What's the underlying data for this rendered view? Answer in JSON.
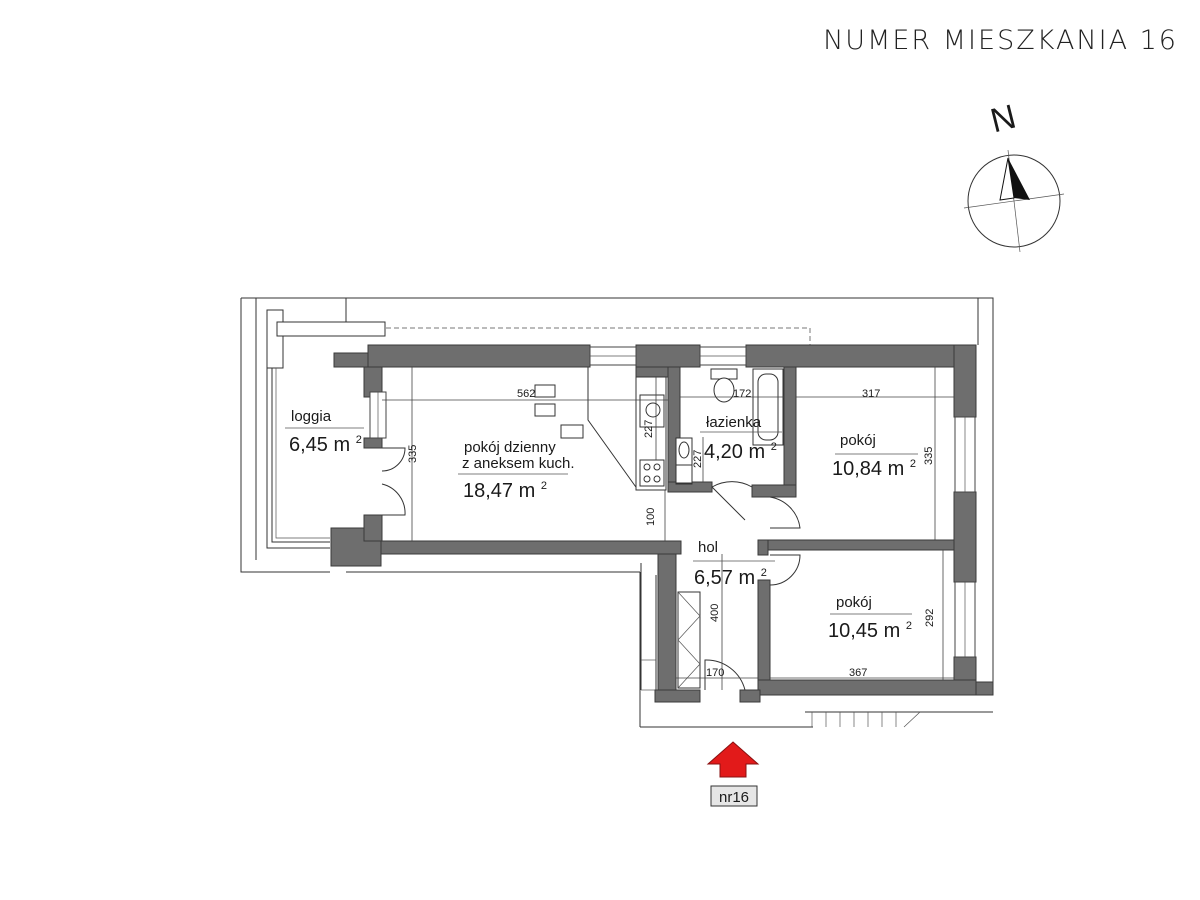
{
  "title": "NUMER MIESZKANIA 16",
  "compass": {
    "north_label": "N"
  },
  "rooms": {
    "loggia": {
      "name": "loggia",
      "area": "6,45",
      "unit": "m",
      "sup": "2"
    },
    "living": {
      "name_line1": "pokój dzienny",
      "name_line2": "z aneksem kuch.",
      "area": "18,47",
      "unit": "m",
      "sup": "2"
    },
    "bathroom": {
      "name": "łazienka",
      "area": "4,20",
      "unit": "m",
      "sup": "2"
    },
    "room1": {
      "name": "pokój",
      "area": "10,84",
      "unit": "m",
      "sup": "2"
    },
    "hall": {
      "name": "hol",
      "area": "6,57",
      "unit": "m",
      "sup": "2"
    },
    "room2": {
      "name": "pokój",
      "area": "10,45",
      "unit": "m",
      "sup": "2"
    }
  },
  "dimensions": {
    "living_width": "562",
    "living_depth": "335",
    "kitchen_small": "227",
    "bathroom_width": "172",
    "bathroom_depth": "227",
    "room1_width": "317",
    "room1_depth": "335",
    "hall_gap": "100",
    "hall_depth": "400",
    "hall_width": "170",
    "room2_width": "367",
    "room2_depth": "292"
  },
  "entrance": {
    "label": "nr16",
    "arrow_color": "#e21a1a"
  },
  "colors": {
    "wall": "#6e6e6e",
    "entrance_arrow": "#e21a1a"
  }
}
